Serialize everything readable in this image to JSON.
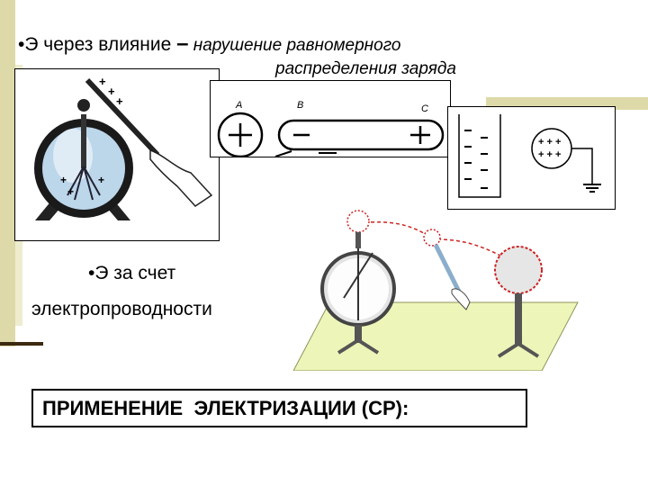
{
  "slide": {
    "line1_prefix": "•Э через влияние ",
    "line1_dash": "–",
    "line1_italic": " нарушение равномерного",
    "line1_cont": "распределения заряда",
    "line2": "•Э за счет",
    "line3": "электропроводности",
    "box_title": "ПРИМЕНЕНИЕ  ЭЛЕКТРИЗАЦИИ (СР):"
  },
  "figure_labels": {
    "a": "A",
    "b": "B",
    "c": "C"
  },
  "colors": {
    "accent_bar": "#ddd9a9",
    "accent_light": "#eeeccf",
    "table_green": "#eef5b8",
    "charge_red": "#cc2222"
  }
}
